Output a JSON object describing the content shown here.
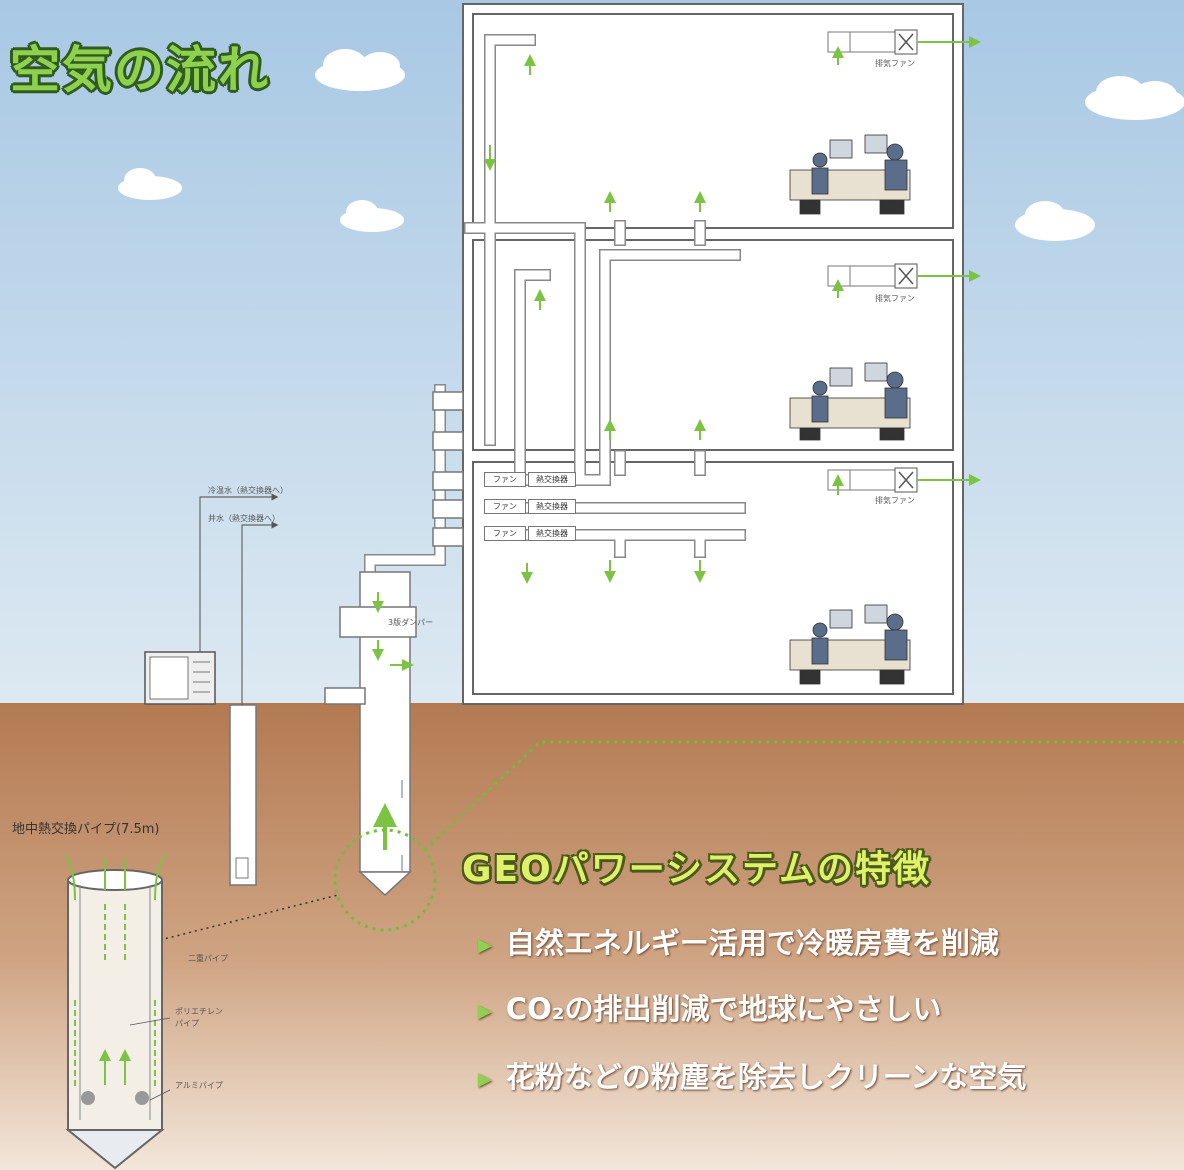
{
  "title": "空気の流れ",
  "labels": {
    "exhaust_fan": "排気ファン",
    "fan": "ファン",
    "heat_exchanger": "熱交換器",
    "damper": "3版ダンパー",
    "cold_water": "冷温水（熱交換器へ）",
    "well_water": "井水（熱交換器へ）",
    "ground_pipe": "地中熱交換パイプ(7.5m)",
    "double_pipe": "二重パイプ",
    "poly_pipe_line1": "ポリエチレン",
    "poly_pipe_line2": "パイプ",
    "alu_pipe": "アルミパイプ"
  },
  "features": {
    "title": "GEOパワーシステムの特徴",
    "items": [
      "自然エネルギー活用で冷暖房費を削減",
      "CO₂の排出削減で地球にやさしい",
      "花粉などの粉塵を除去しクリーンな空気"
    ]
  },
  "colors": {
    "sky": "#c8dcea",
    "ground": "#b88058",
    "accent_green": "#8fd14f",
    "arrow_green": "#7cc243"
  }
}
